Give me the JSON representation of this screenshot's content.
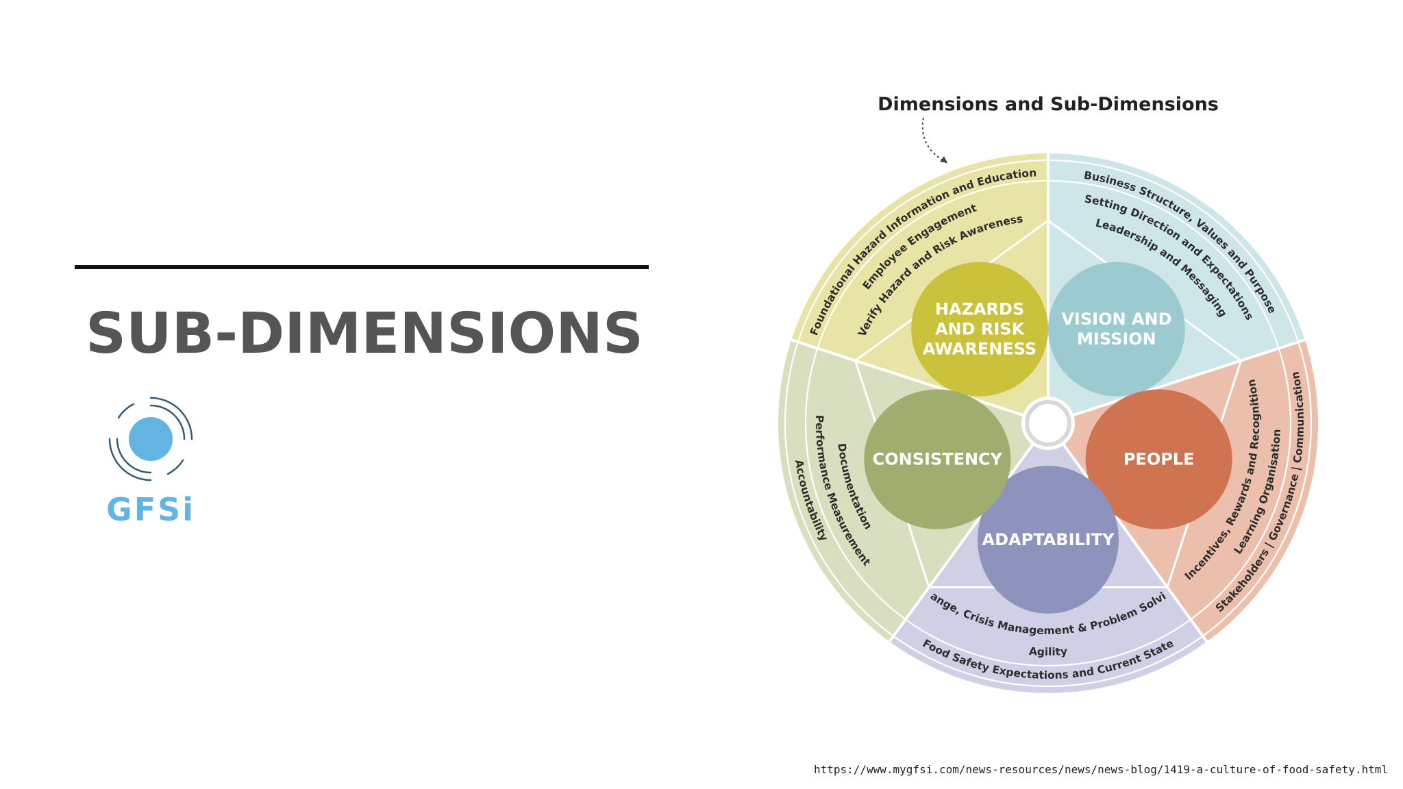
{
  "slide": {
    "title": "SUB-DIMENSIONS",
    "source_url": "https://www.mygfsi.com/news-resources/news/news-blog/1419-a-culture-of-food-safety.html"
  },
  "logo": {
    "text": "GFSi",
    "color": "#63b3e3"
  },
  "diagram": {
    "heading": "Dimensions and Sub-Dimensions",
    "dimensions": [
      {
        "id": "hazards",
        "label_lines": [
          "HAZARDS",
          "AND RISK",
          "AWARENESS"
        ],
        "petal_color": "#c9c23a",
        "ring_color": "#e8e4a6",
        "sub_dimensions": [
          "Foundational Hazard Information and Education",
          "Employee Engagement",
          "Verify Hazard and Risk Awareness"
        ]
      },
      {
        "id": "vision",
        "label_lines": [
          "VISION AND",
          "MISSION"
        ],
        "petal_color": "#9bcbd0",
        "ring_color": "#cfe6e8",
        "sub_dimensions": [
          "Business Structure, Values and Purpose",
          "Setting Direction and Expectations",
          "Leadership and Messaging"
        ]
      },
      {
        "id": "people",
        "label_lines": [
          "PEOPLE"
        ],
        "petal_color": "#cf7350",
        "ring_color": "#ebbfac",
        "sub_dimensions": [
          "Stakeholders | Governance | Communication",
          "Learning Organisation",
          "Incentives, Rewards and Recognition"
        ]
      },
      {
        "id": "adaptability",
        "label_lines": [
          "ADAPTABILITY"
        ],
        "petal_color": "#8d93bd",
        "ring_color": "#cfd0e6",
        "sub_dimensions": [
          "Food Safety Expectations and Current State",
          "Agility",
          "Change, Crisis Management & Problem Solving"
        ]
      },
      {
        "id": "consistency",
        "label_lines": [
          "CONSISTENCY"
        ],
        "petal_color": "#9fae6e",
        "ring_color": "#d8dfbf",
        "sub_dimensions": [
          "Accountability",
          "Performance Measurement",
          "Documentation"
        ]
      }
    ]
  }
}
